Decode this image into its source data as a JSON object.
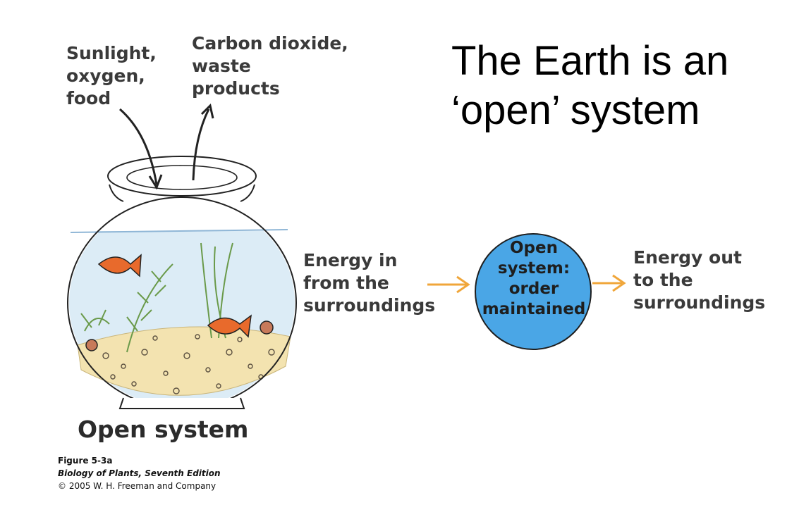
{
  "title": "The Earth is an\n‘open’ system",
  "labels": {
    "input": "Sunlight,\noxygen,\nfood",
    "output": "Carbon dioxide,\nwaste\nproducts",
    "energy_in": "Energy in\nfrom the\nsurroundings",
    "energy_out": "Energy out\nto the\nsurroundings",
    "system": "Open system",
    "circle": "Open\nsystem:\norder\nmaintained"
  },
  "caption": {
    "figure": "Figure 5-3a",
    "book": "Biology of Plants, Seventh Edition",
    "copyright": "© 2005 W. H. Freeman and Company"
  },
  "colors": {
    "circle_fill": "#4aa6e6",
    "arrow": "#f0a63a",
    "water": "#dcecf6",
    "gravel": "#f3e3b0",
    "fish": "#e86a2c",
    "plant": "#6a9a4a"
  }
}
